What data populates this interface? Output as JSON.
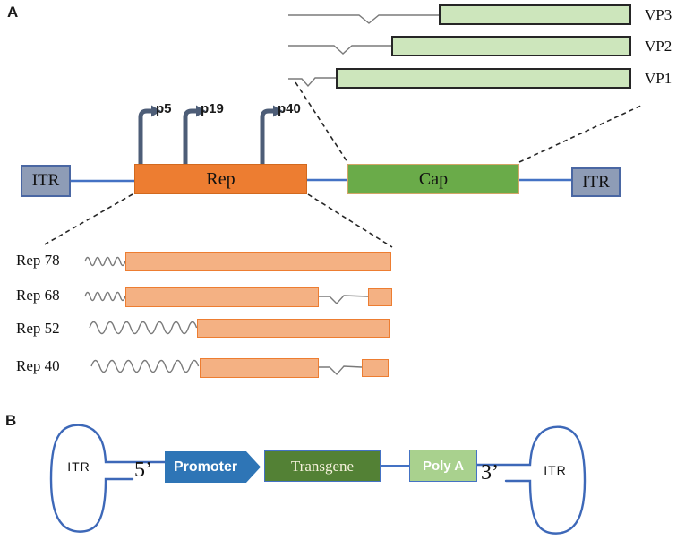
{
  "figure": {
    "panel_a": {
      "label": "A",
      "genome": {
        "itr_left": "ITR",
        "rep": "Rep",
        "cap": "Cap",
        "itr_right": "ITR"
      },
      "promoters": [
        "p5",
        "p19",
        "p40"
      ],
      "vp_isoforms": [
        "VP3",
        "VP2",
        "VP1"
      ],
      "rep_isoforms": [
        "Rep 78",
        "Rep 68",
        "Rep 52",
        "Rep 40"
      ]
    },
    "panel_b": {
      "label": "B",
      "itr_left": "ITR",
      "five_prime": "5’",
      "promoter": "Promoter",
      "transgene": "Transgene",
      "poly_a": "Poly A",
      "three_prime": "3’",
      "itr_right": "ITR"
    },
    "colors": {
      "rep_fill": "#ED7D31",
      "rep_border": "#D2691E",
      "rep_isoform_fill": "#F4B183",
      "cap_fill": "#6AAB49",
      "cap_border": "#D2A567",
      "vp_fill": "#CDE6BC",
      "itr_fill": "#8E9CB6",
      "itr_border": "#4A67A3",
      "genome_line": "#4472C4",
      "promoter_arrow": "#4D5D77",
      "promoter_box": "#2E75B6",
      "transgene_box": "#538135",
      "polya_box": "#A9D18E",
      "loop_stroke": "#3D68B8",
      "leader_line": "#7A7A7A",
      "dashed_line": "#262626"
    }
  }
}
